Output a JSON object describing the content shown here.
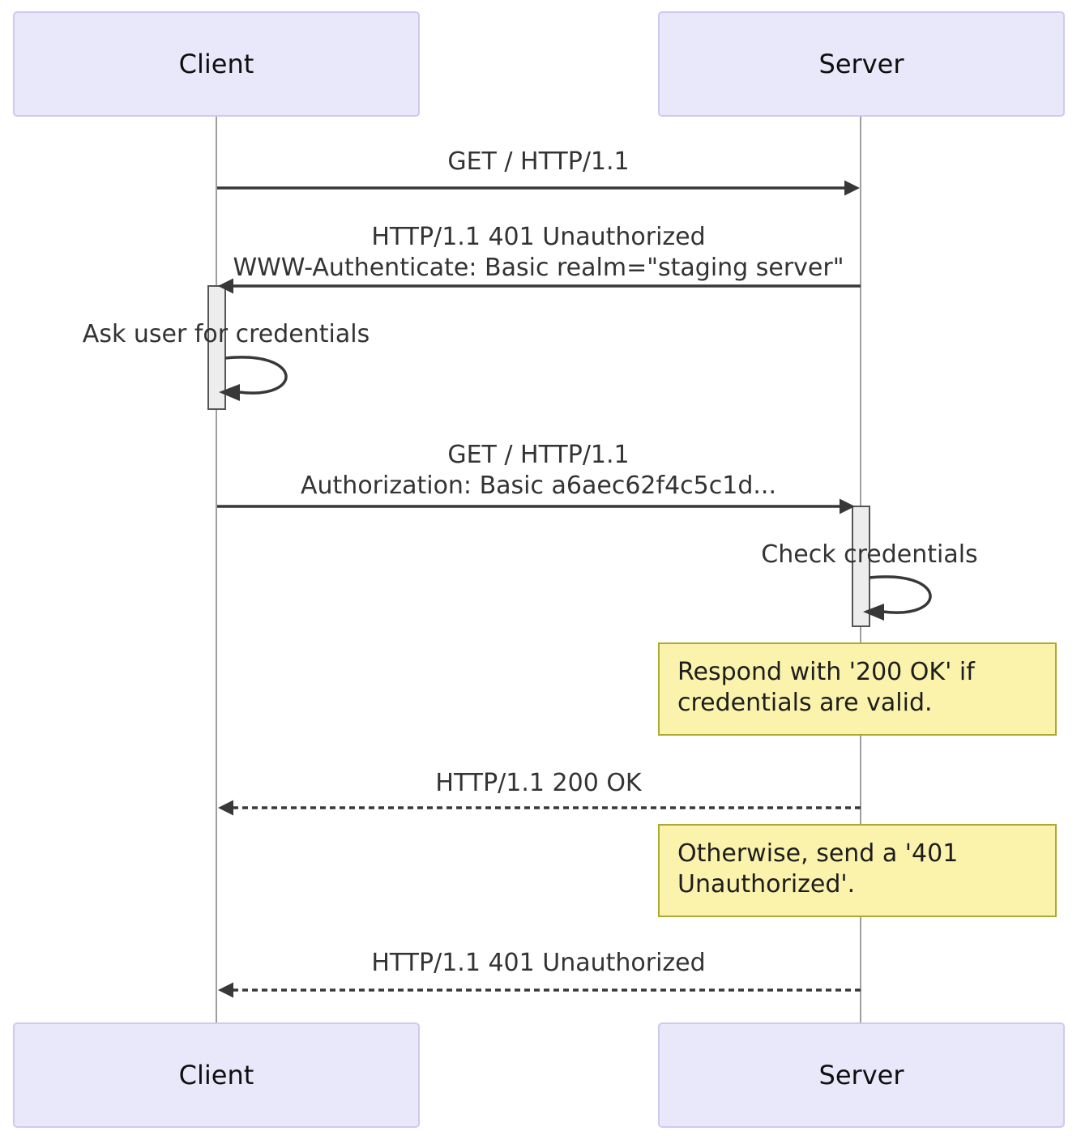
{
  "diagram": {
    "type": "sequence-diagram",
    "actors": [
      {
        "id": "client",
        "label": "Client"
      },
      {
        "id": "server",
        "label": "Server"
      }
    ],
    "messages": [
      {
        "id": "m1",
        "from": "client",
        "to": "server",
        "style": "solid",
        "lines": [
          "GET / HTTP/1.1"
        ]
      },
      {
        "id": "m2",
        "from": "server",
        "to": "client",
        "style": "solid",
        "lines": [
          "HTTP/1.1 401 Unauthorized",
          "WWW-Authenticate: Basic realm=\"staging server\""
        ]
      },
      {
        "id": "self1",
        "actor": "client",
        "style": "self-loop",
        "lines": [
          "Ask user for credentials"
        ]
      },
      {
        "id": "m3",
        "from": "client",
        "to": "server",
        "style": "solid",
        "lines": [
          "GET / HTTP/1.1",
          "Authorization: Basic a6aec62f4c5c1d..."
        ]
      },
      {
        "id": "self2",
        "actor": "server",
        "style": "self-loop",
        "lines": [
          "Check credentials"
        ]
      },
      {
        "id": "m4",
        "from": "server",
        "to": "client",
        "style": "dashed",
        "lines": [
          "HTTP/1.1 200 OK"
        ]
      },
      {
        "id": "m5",
        "from": "server",
        "to": "client",
        "style": "dashed",
        "lines": [
          "HTTP/1.1 401 Unauthorized"
        ]
      }
    ],
    "notes": [
      {
        "id": "note1",
        "over": "server",
        "lines": [
          "Respond with '200 OK' if",
          "credentials are valid."
        ]
      },
      {
        "id": "note2",
        "over": "server",
        "lines": [
          "Otherwise, send a '401",
          "Unauthorized'."
        ]
      }
    ],
    "colors": {
      "actor_fill": "#E9E8FB",
      "actor_border": "#CFC9F1",
      "note_fill": "#FBF3AC",
      "note_border": "#AAAA33",
      "line": "#383838",
      "lifeline": "#9E9E9E",
      "activation_fill": "#EDEDED",
      "activation_border": "#545454",
      "message_text": "#333333",
      "actor_text": "#0F0F0F",
      "note_text": "#1D1D1D"
    }
  }
}
